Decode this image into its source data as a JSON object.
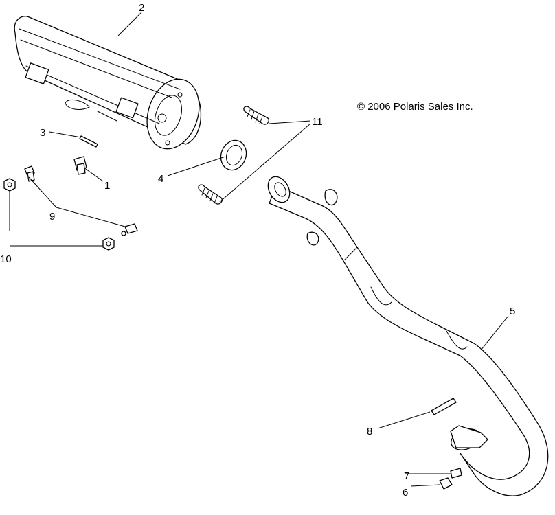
{
  "copyright": "© 2006 Polaris Sales Inc.",
  "callouts": {
    "c1": "1",
    "c2": "2",
    "c3": "3",
    "c4": "4",
    "c5": "5",
    "c6": "6",
    "c7": "7",
    "c8": "8",
    "c9": "9",
    "c10": "10",
    "c11": "11"
  },
  "colors": {
    "line": "#000000",
    "background": "#ffffff"
  }
}
